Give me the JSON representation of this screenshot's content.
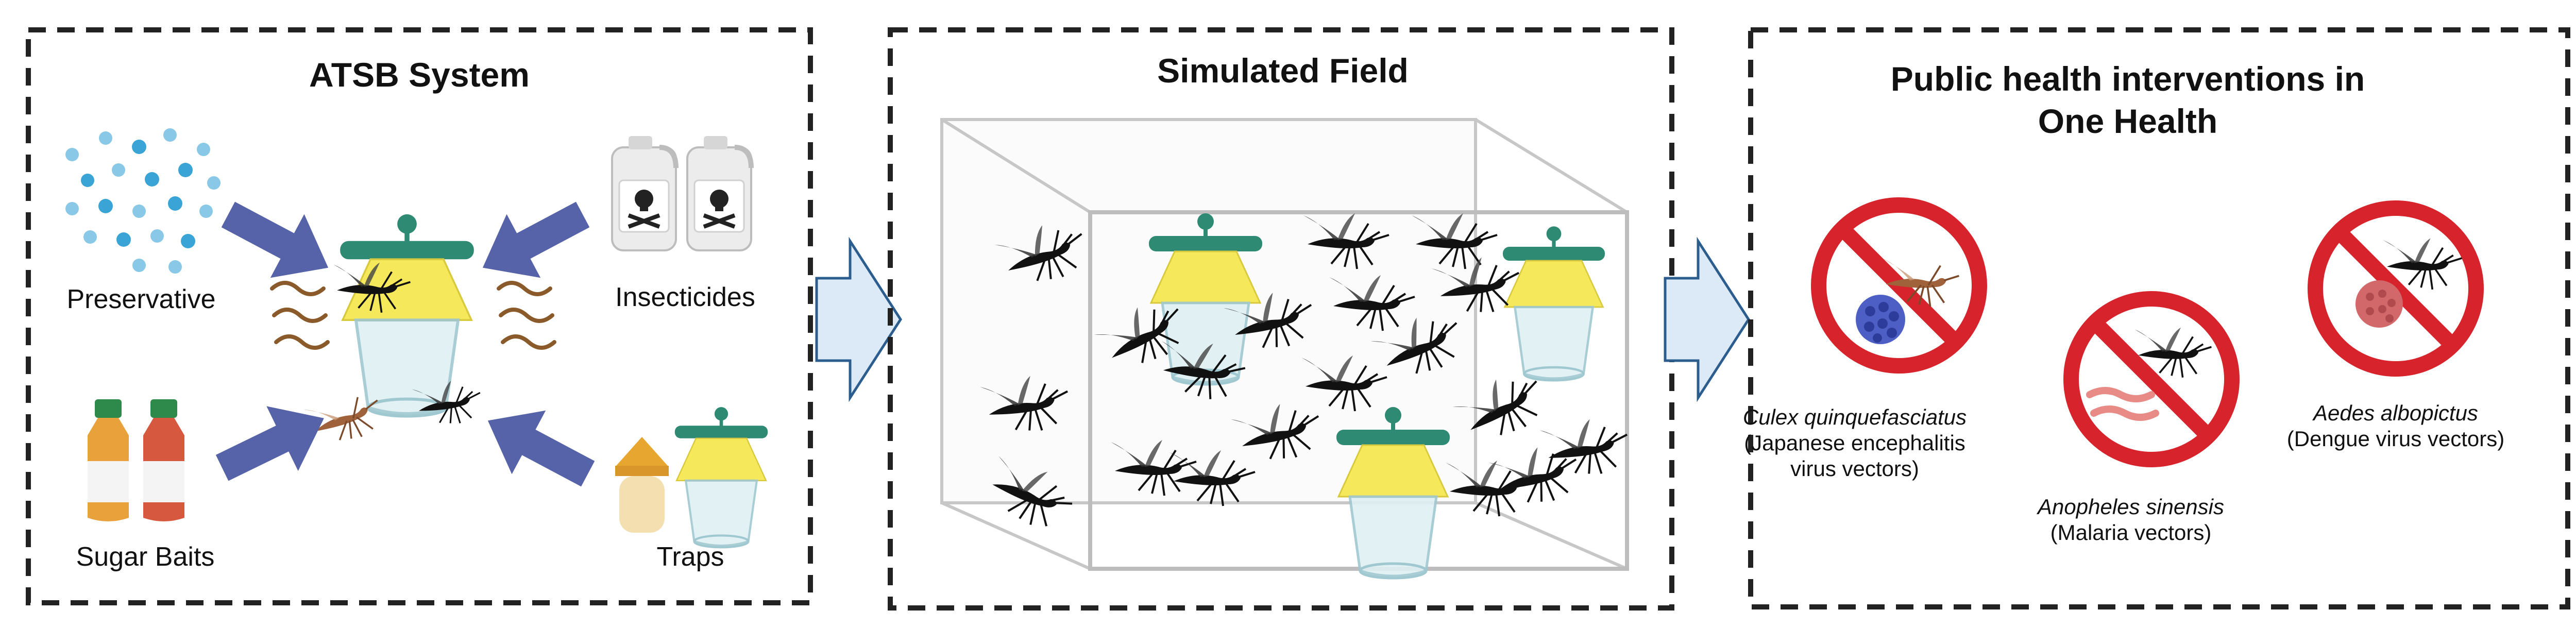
{
  "panels": {
    "atsb": {
      "title": "ATSB System",
      "preservative": "Preservative",
      "insecticides": "Insecticides",
      "sugar_baits": "Sugar Baits",
      "traps": "Traps"
    },
    "field": {
      "title": "Simulated Field"
    },
    "health": {
      "title_line1": "Public health interventions in",
      "title_line2": "One Health",
      "culex_species": "Culex quinquefasciatus",
      "culex_note1": "(Japanese encephalitis",
      "culex_note2": "virus vectors)",
      "anopheles_species": "Anopheles sinensis",
      "anopheles_note": "(Malaria vectors)",
      "aedes_species": "Aedes albopictus",
      "aedes_note": "(Dengue virus vectors)"
    }
  },
  "colors": {
    "arrow_blue": "#5763a8",
    "flow_arrow_fill": "#dce9f7",
    "trap_lid": "#2e8a72",
    "trap_yellow": "#f5e85a",
    "prohibit_red": "#d7232b",
    "dash": "#222222"
  },
  "icons": [
    "preservative-dots-icon",
    "insecticide-jug-icon",
    "sugar-bait-bottle-icon",
    "lantern-trap-icon",
    "mosquito-icon",
    "virus-icon",
    "no-symbol-icon",
    "flow-arrow-icon"
  ]
}
